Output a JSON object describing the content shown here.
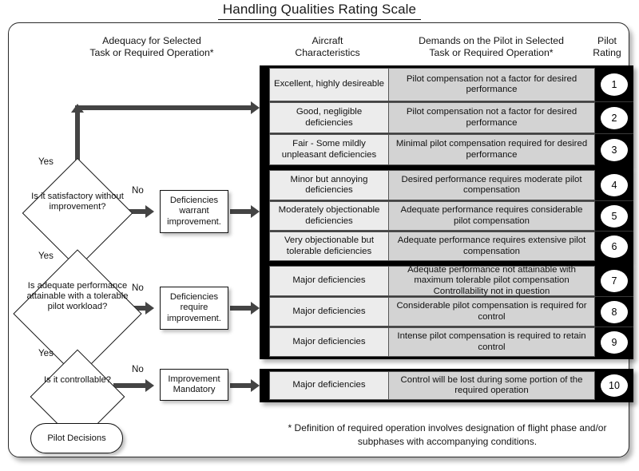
{
  "title": "Handling Qualities Rating Scale",
  "headers": {
    "adequacy": "Adequacy for Selected\nTask or Required  Operation*",
    "adequacy_line1": "Adequacy for Selected",
    "adequacy_line2": "Task or Required  Operation*",
    "aircraft_line1": "Aircraft",
    "aircraft_line2": "Characteristics",
    "demands_line1": "Demands on the Pilot in Selected",
    "demands_line2": "Task or Required Operation*",
    "pilot_line1": "Pilot",
    "pilot_line2": "Rating"
  },
  "blocks": [
    {
      "id": "block1",
      "rows": [
        {
          "characteristics": "Excellent, highly desireable",
          "demands": "Pilot compensation not a factor for desired performance",
          "rating": "1"
        },
        {
          "characteristics": "Good, negligible deficiencies",
          "demands": "Pilot compensation not a factor for desired performance",
          "rating": "2"
        },
        {
          "characteristics": "Fair - Some mildly unpleasant deficiencies",
          "demands": "Minimal pilot compensation required for desired performance",
          "rating": "3"
        }
      ]
    },
    {
      "id": "block2",
      "rows": [
        {
          "characteristics": "Minor but annoying deficiencies",
          "demands": "Desired performance requires moderate pilot compensation",
          "rating": "4"
        },
        {
          "characteristics": "Moderately objectionable deficiencies",
          "demands": "Adequate performance requires considerable pilot compensation",
          "rating": "5"
        },
        {
          "characteristics": "Very objectionable but tolerable deficiencies",
          "demands": "Adequate performance requires extensive pilot compensation",
          "rating": "6"
        }
      ]
    },
    {
      "id": "block3",
      "rows": [
        {
          "characteristics": "Major deficiencies",
          "demands": "Adequate performance not attainable with maximum tolerable pilot compensation Controllability not in question",
          "rating": "7"
        },
        {
          "characteristics": "Major deficiencies",
          "demands": "Considerable pilot compensation is required for control",
          "rating": "8"
        },
        {
          "characteristics": "Major deficiencies",
          "demands": "Intense pilot compensation is required to retain control",
          "rating": "9"
        }
      ]
    },
    {
      "id": "block4",
      "rows": [
        {
          "characteristics": "Major deficiencies",
          "demands": "Control will be lost during some portion of the required operation",
          "rating": "10"
        }
      ]
    }
  ],
  "flow": {
    "decisions": [
      {
        "label": "Is it satisfactory without improvement?"
      },
      {
        "label": "Is adequate performance attainable with a tolerable pilot workload?"
      },
      {
        "label": "Is it controllable?"
      }
    ],
    "processes": [
      {
        "label": "Deficiencies warrant improvement."
      },
      {
        "label": "Deficiencies require improvement."
      },
      {
        "label": "Improvement Mandatory"
      }
    ],
    "start": {
      "label": "Pilot Decisions"
    },
    "yes_labels": [
      "Yes",
      "Yes",
      "Yes"
    ],
    "no_labels": [
      "No",
      "No",
      "No"
    ]
  },
  "footnote": "* Definition of required operation involves designation of flight phase and/or subphases with accompanying conditions.",
  "colors": {
    "characteristics_cell": "#ececec",
    "demands_cell": "#d3d3d3",
    "block_bar": "#000000",
    "rating_circle": "#ffffff",
    "connector": "#444444"
  }
}
